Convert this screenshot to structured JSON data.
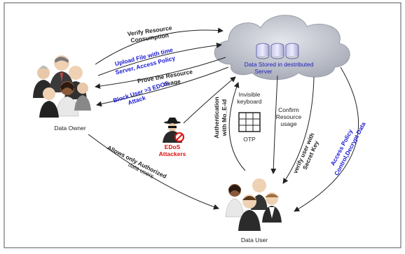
{
  "diagram": {
    "nodes": {
      "data_owner": "Data Owner",
      "cloud": "Data Stored in destributed Server",
      "cloud_line1": "Data Stored in destributed",
      "cloud_line2": "Server",
      "edos": "EDoS Attackers",
      "edos_line1": "EDoS",
      "edos_line2": "Attackers",
      "data_user": "Data User",
      "keyboard_label": "Invisible keyboard",
      "keyboard_line1": "Invisible",
      "keyboard_line2": "keyboard",
      "otp": "OTP"
    },
    "edges": {
      "verify_line1": "Verify Resource",
      "verify_line2": "Consumption",
      "upload_line1": "Upload File with time",
      "upload_line2": "Server, Access Policy",
      "prove_line1": "Prove the Resource",
      "prove_line2": "usage",
      "block_line1": "Block User >3 EDOS",
      "block_line2": "Attack",
      "auth_line1": "Authentication",
      "auth_line2": "with Mo_E-id",
      "confirm_line1": "Confirm",
      "confirm_line2": "Resource",
      "confirm_line3": "usage",
      "verify_user_line1": "verify user with",
      "verify_user_line2": "Secret Key",
      "access_line1": "Access Policy",
      "access_line2": "Control,Decrypt Data",
      "allows_line1": "Allows only Authorized",
      "allows_line2": "data users"
    },
    "colors": {
      "cloud": "#b8bcc6",
      "highlight_text": "#1a1ad6",
      "attacker_text": "#e01010"
    }
  }
}
